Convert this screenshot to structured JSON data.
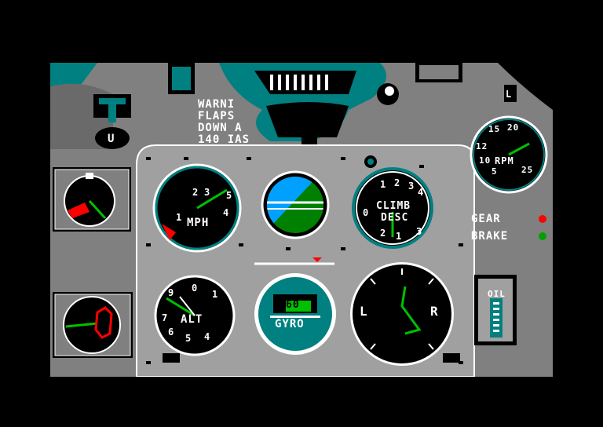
{
  "colors": {
    "panel": "#808080",
    "teal": "#008080",
    "sky": "#00a0ff",
    "ground": "#008000",
    "needle": "#00c000",
    "warning": "#ff0000",
    "gear_lamp": "#ff0000",
    "brake_lamp": "#00a000"
  },
  "warning_message": {
    "line1": "WARNI",
    "line2": "FLAPS",
    "line3": "DOWN A",
    "line4": "140 IAS"
  },
  "gauges": {
    "rpm": {
      "label": "RPM",
      "ticks": [
        "15",
        "20",
        "12",
        "10",
        "5",
        "25"
      ]
    },
    "airspeed": {
      "label": "MPH",
      "ticks": [
        "2",
        "3",
        "1",
        "4",
        "5"
      ]
    },
    "vsi": {
      "label_top": "CLIMB",
      "label_bottom": "DESC",
      "ticks": [
        "1",
        "2",
        "3",
        "4",
        "0",
        "3",
        "2",
        "1"
      ]
    },
    "altimeter": {
      "label": "ALT",
      "ticks": [
        "0",
        "1",
        "9",
        "7",
        "6",
        "5",
        "4"
      ]
    },
    "gyro": {
      "label": "GYRO",
      "heading": "60"
    },
    "turn_indicator": {
      "left": "L",
      "right": "R"
    },
    "oil": {
      "label": "OIL"
    }
  },
  "indicators": {
    "gear_label": "GEAR",
    "brake_label": "BRAKE"
  }
}
